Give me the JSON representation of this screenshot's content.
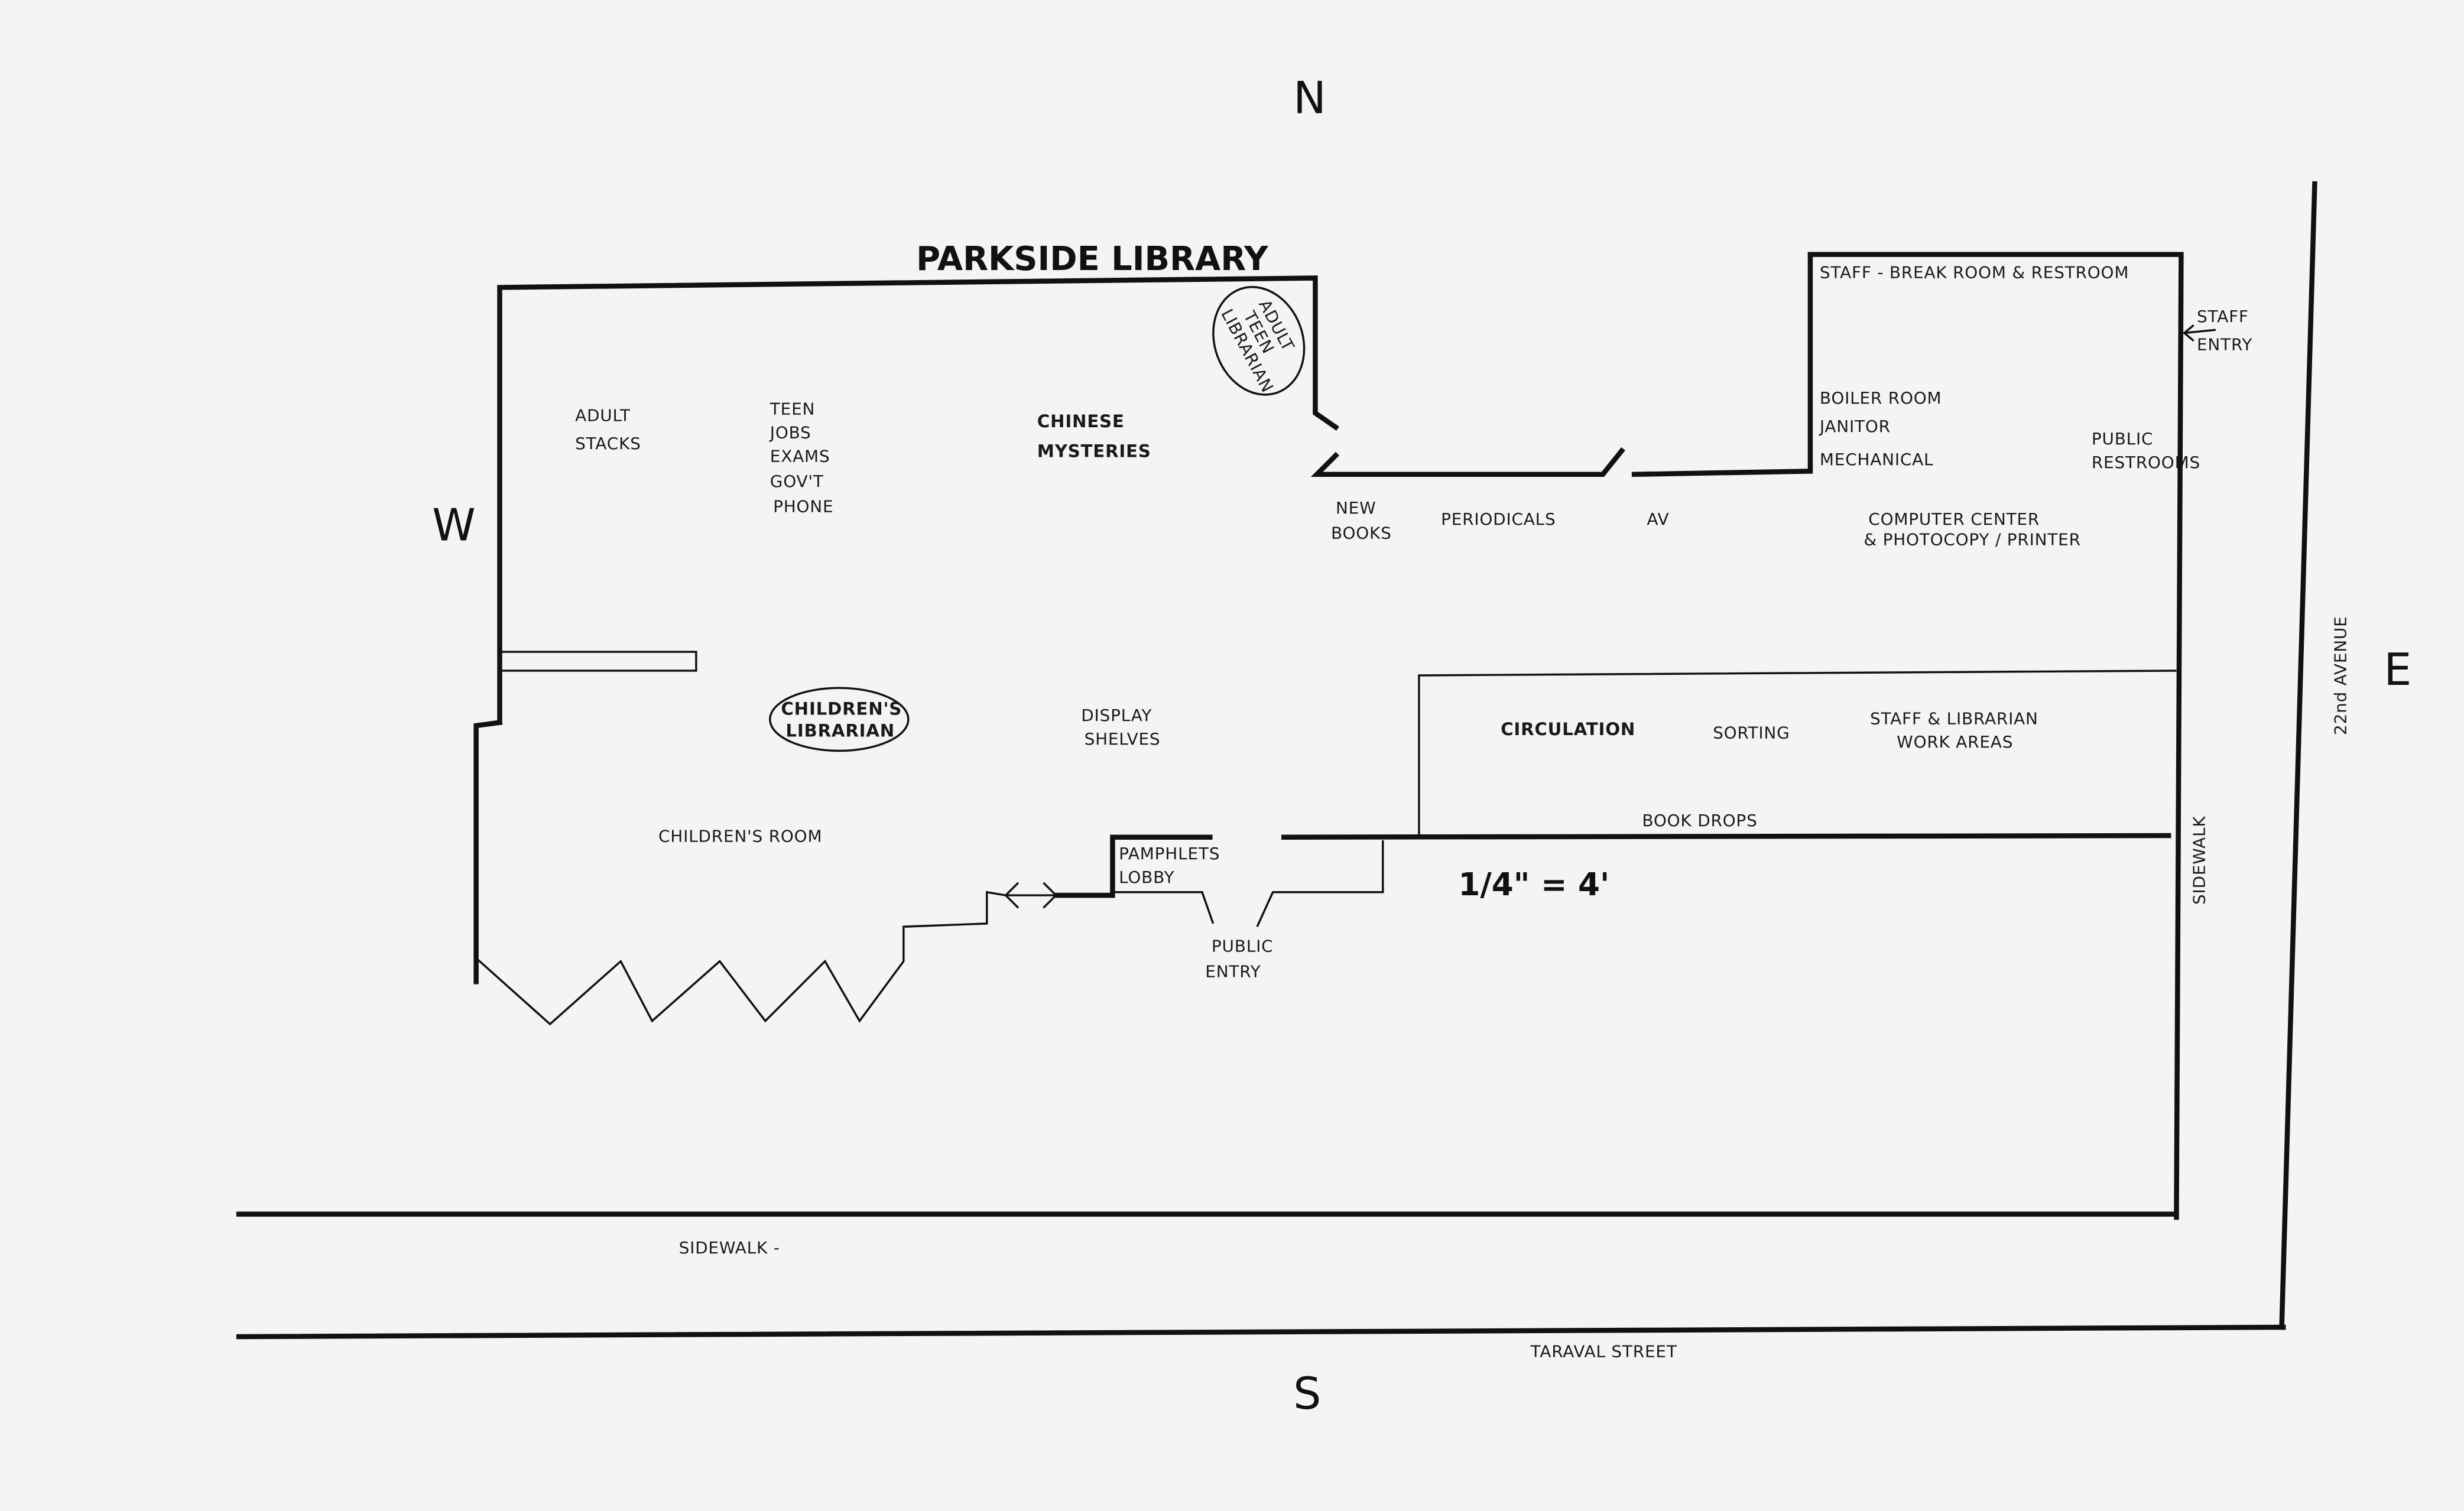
{
  "title": "PARKSIDE LIBRARY",
  "compass": {
    "north": "N",
    "south": "S",
    "east": "E",
    "west": "W"
  },
  "scale": "1/4\" = 4'",
  "rooms": {
    "adult_stacks": [
      "ADULT",
      "STACKS"
    ],
    "teen": [
      "TEEN",
      "JOBS",
      "EXAMS",
      "GOV'T",
      "PHONE"
    ],
    "chinese_mysteries": [
      "CHINESE",
      "MYSTERIES"
    ],
    "adult_teen_librarian": [
      "ADULT",
      "TEEN",
      "LIBRARIAN"
    ],
    "new_books": [
      "NEW",
      "BOOKS"
    ],
    "periodicals": "PERIODICALS",
    "av": "AV",
    "staff_break_room": "STAFF - BREAK ROOM & RESTROOM",
    "staff_entry": [
      "STAFF",
      "ENTRY"
    ],
    "boiler_room": "BOILER ROOM",
    "janitor": "JANITOR",
    "mechanical": "MECHANICAL",
    "public_restrooms": [
      "PUBLIC",
      "RESTROOMS"
    ],
    "computer_center": [
      "COMPUTER CENTER",
      "& PHOTOCOPY / PRINTER"
    ],
    "childrens_librarian": [
      "CHILDREN'S",
      "LIBRARIAN"
    ],
    "display_shelves": [
      "DISPLAY",
      "SHELVES"
    ],
    "circulation": "CIRCULATION",
    "sorting": "SORTING",
    "staff_work_areas": [
      "STAFF & LIBRARIAN",
      "WORK AREAS"
    ],
    "book_drops": "BOOK DROPS",
    "childrens_room": "CHILDREN'S ROOM",
    "pamphlets_lobby": [
      "PAMPHLETS",
      "LOBBY"
    ],
    "public_entry": [
      "PUBLIC",
      "ENTRY"
    ]
  },
  "streets": {
    "sidewalk_south": "SIDEWALK -",
    "sidewalk_east": "SIDEWALK",
    "taraval": "TARAVAL STREET",
    "avenue": "22nd AVENUE"
  }
}
